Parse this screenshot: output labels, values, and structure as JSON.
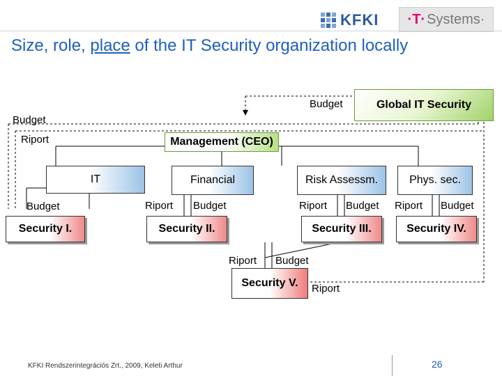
{
  "header": {
    "logo_left": "KFKI",
    "logo_right_t": "·T·",
    "logo_right": "Systems·"
  },
  "title": {
    "before": "Size, role, ",
    "underlined": "place",
    "after": " of the IT Security organization locally"
  },
  "nodes": {
    "global_it_security": "Global IT Security",
    "management": "Management (CEO)",
    "it": "IT",
    "financial": "Financial",
    "risk": "Risk Assessm.",
    "phys": "Phys. sec.",
    "sec1": "Security I.",
    "sec2": "Security II.",
    "sec3": "Security III.",
    "sec4": "Security IV.",
    "sec5": "Security V."
  },
  "labels": {
    "budget_top": "Budget",
    "budget_left": "Budget",
    "riport_left": "Riport",
    "budget_it": "Budget",
    "riport_fin": "Riport",
    "budget_fin": "Budget",
    "riport_risk": "Riport",
    "budget_risk": "Budget",
    "riport_phys": "Riport",
    "budget_phys": "Budget",
    "riport_sec5": "Riport",
    "budget_sec5": "Budget",
    "riport_sec5_right": "Riport"
  },
  "footer": {
    "company": "KFKI Rendszerintegrációs Zrt., 2009, Keleti Arthur",
    "page": "26"
  },
  "colors": {
    "title": "#1f5fbf",
    "green_accent": "#9fd26a",
    "blue_accent": "#9cc3e6",
    "red_accent": "#f08a8a"
  }
}
